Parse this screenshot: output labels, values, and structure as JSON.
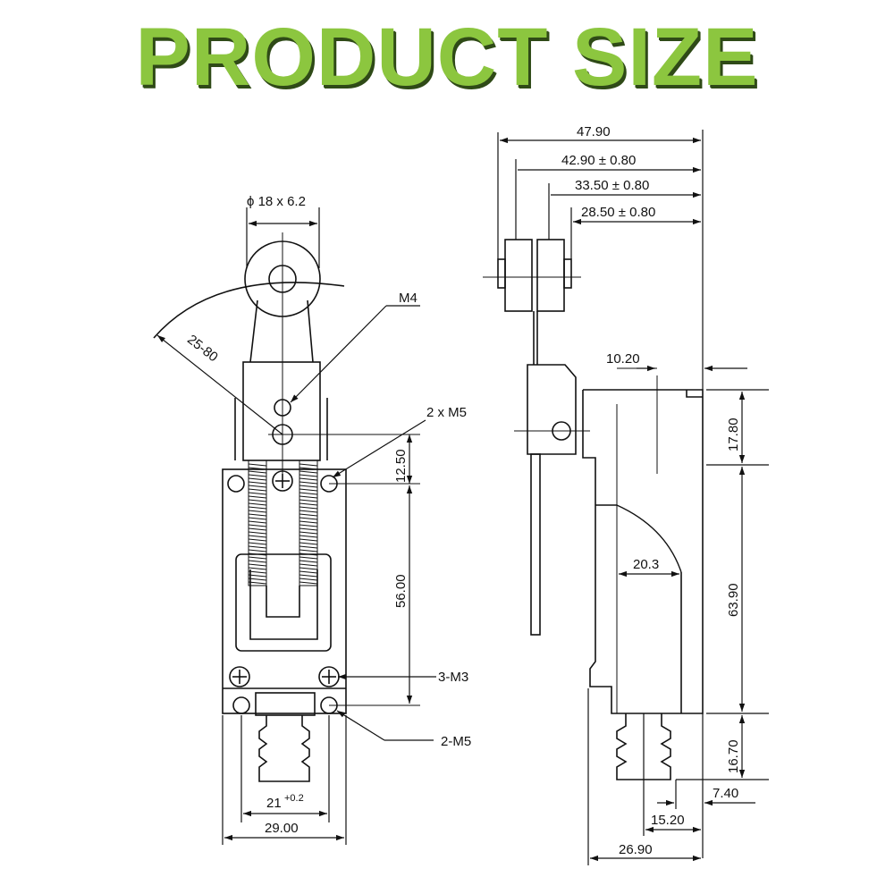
{
  "title": "PRODUCT SIZE",
  "front": {
    "roller_dim": "ϕ 18 x 6.2",
    "arm_range": "25-80",
    "m4": "M4",
    "two_m5_top": "2 x M5",
    "dim_12_50": "12.50",
    "dim_56_00": "56.00",
    "three_m3": "3-M3",
    "two_m5_bottom": "2-M5",
    "dim_21_main": "21",
    "dim_21_tol": "+0.2",
    "dim_29_00": "29.00"
  },
  "side": {
    "dim_47_90": "47.90",
    "dim_42_90": "42.90 ± 0.80",
    "dim_33_50": "33.50 ± 0.80",
    "dim_28_50": "28.50 ± 0.80",
    "dim_10_20": "10.20",
    "dim_17_80": "17.80",
    "dim_20_3": "20.3",
    "dim_63_90": "63.90",
    "dim_16_70": "16.70",
    "dim_7_40": "7.40",
    "dim_15_20": "15.20",
    "dim_26_90": "26.90"
  }
}
